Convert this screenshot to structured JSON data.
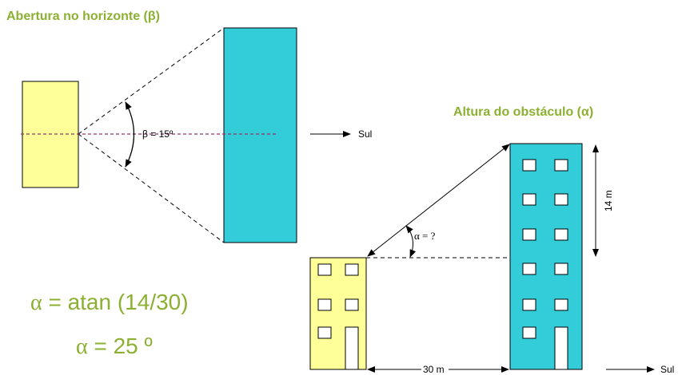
{
  "colors": {
    "yellow_fill": "#ffff99",
    "cyan_fill": "#33ccd9",
    "green_text": "#8cb032",
    "red_dashed": "#993366",
    "black": "#000000"
  },
  "top_diagram": {
    "title": "Abertura no horizonte (β)",
    "angle_label": "β = 15º",
    "direction_label": "Sul"
  },
  "bottom_diagram": {
    "title": "Altura do obstáculo (α)",
    "angle_label": "α = ?",
    "height_label": "14 m",
    "distance_label": "30 m",
    "direction_label": "Sul"
  },
  "formulas": {
    "alpha_symbol_1": "α",
    "line1_text": " = atan (14/30)",
    "alpha_symbol_2": "α",
    "line2_text": " = 25 º"
  }
}
